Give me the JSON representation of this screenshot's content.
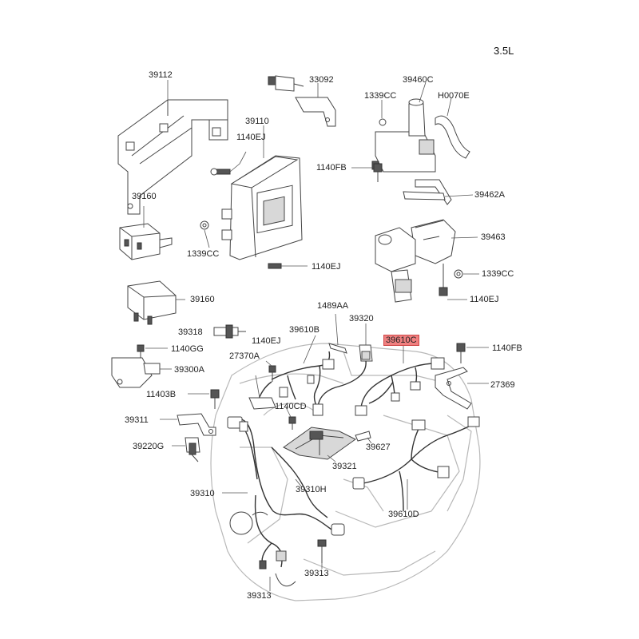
{
  "engine_label": "3.5L",
  "parts": {
    "p39112": "39112",
    "p33092": "33092",
    "p39460C": "39460C",
    "p1339CC_a": "1339CC",
    "pH0070E": "H0070E",
    "p39110": "39110",
    "p1140EJ_a": "1140EJ",
    "p1140FB_a": "1140FB",
    "p39462A": "39462A",
    "p39160_a": "39160",
    "p39463": "39463",
    "p1339CC_b": "1339CC",
    "p1140EJ_b": "1140EJ",
    "p1339CC_c": "1339CC",
    "p39160_b": "39160",
    "p1140EJ_c": "1140EJ",
    "p1489AA": "1489AA",
    "p39318": "39318",
    "p1140EJ_d": "1140EJ",
    "p39610B": "39610B",
    "p39320": "39320",
    "p39610C": "39610C",
    "p1140FB_b": "1140FB",
    "p1140GG": "1140GG",
    "p27370A": "27370A",
    "p39300A": "39300A",
    "p27369": "27369",
    "p11403B": "11403B",
    "p1140CD": "1140CD",
    "p39311": "39311",
    "p39627": "39627",
    "p39220G": "39220G",
    "p39321": "39321",
    "p39310": "39310",
    "p39310H": "39310H",
    "p39610D": "39610D",
    "p39313_a": "39313",
    "p39313_b": "39313"
  },
  "highlight_color": "#f08080"
}
